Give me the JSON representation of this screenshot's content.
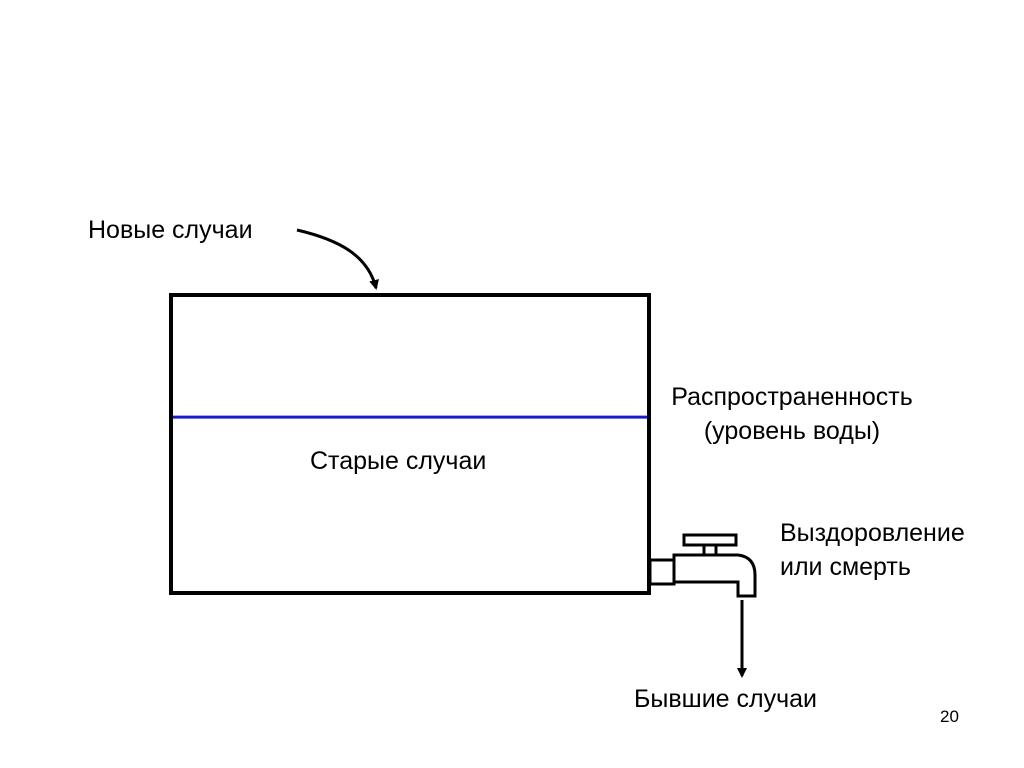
{
  "labels": {
    "new_cases": "Новые случаи",
    "old_cases": "Старые случаи",
    "prevalence_line1": "Распространенность",
    "prevalence_line2": "(уровень воды)",
    "outcome_line1": "Выздоровление",
    "outcome_line2": "или смерть",
    "former_cases": "Бывшие случаи"
  },
  "page_number": "20",
  "water_level_fraction": 0.59,
  "colors": {
    "outline": "#000000",
    "water_line": "#1a1acc",
    "background": "#ffffff"
  }
}
